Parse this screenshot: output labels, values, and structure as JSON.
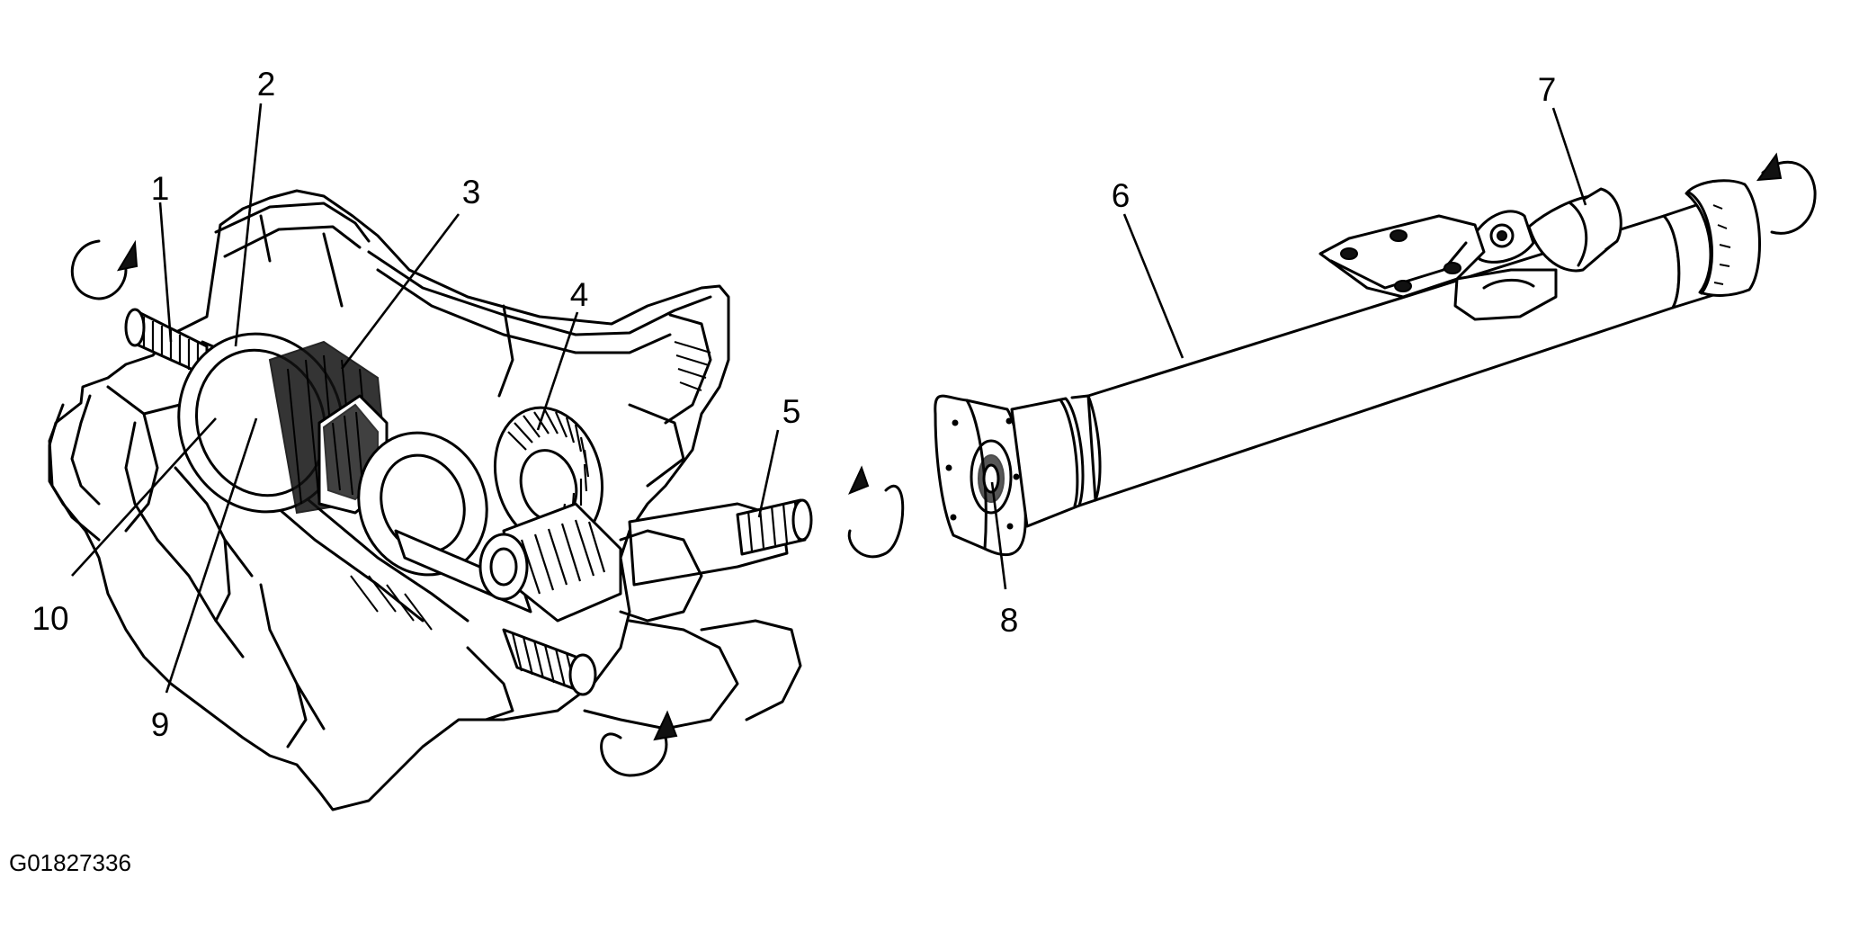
{
  "figure_id": "G01827336",
  "callouts": [
    {
      "id": "1",
      "label": "1"
    },
    {
      "id": "2",
      "label": "2"
    },
    {
      "id": "3",
      "label": "3"
    },
    {
      "id": "4",
      "label": "4"
    },
    {
      "id": "5",
      "label": "5"
    },
    {
      "id": "6",
      "label": "6"
    },
    {
      "id": "7",
      "label": "7"
    },
    {
      "id": "8",
      "label": "8"
    },
    {
      "id": "9",
      "label": "9"
    },
    {
      "id": "10",
      "label": "10"
    }
  ]
}
